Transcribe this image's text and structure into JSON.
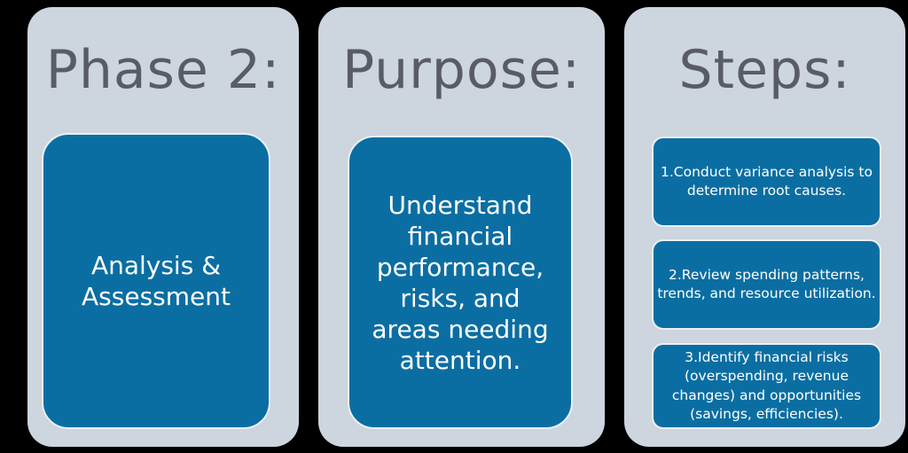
{
  "diagram": {
    "title": "Phase 2 overview diagram",
    "colors": {
      "background": "#000000",
      "panel": "#CDD5DE",
      "box_fill": "#0B6EA2",
      "box_outline": "#EAF0F5",
      "heading_text": "#5A5C64",
      "box_text": "#FFFFFF"
    },
    "columns": [
      {
        "heading": "Phase 2:",
        "box": "Analysis &\nAssessment"
      },
      {
        "heading": "Purpose:",
        "box": "Understand\nfinancial\nperformance,\nrisks, and\nareas needing\nattention."
      },
      {
        "heading": "Steps:",
        "steps": [
          "1.Conduct variance analysis to\ndetermine root causes.",
          "2.Review spending patterns,\ntrends, and resource utilization.",
          "3.Identify financial risks\n(overspending, revenue\nchanges) and opportunities\n(savings, efficiencies)."
        ]
      }
    ]
  }
}
